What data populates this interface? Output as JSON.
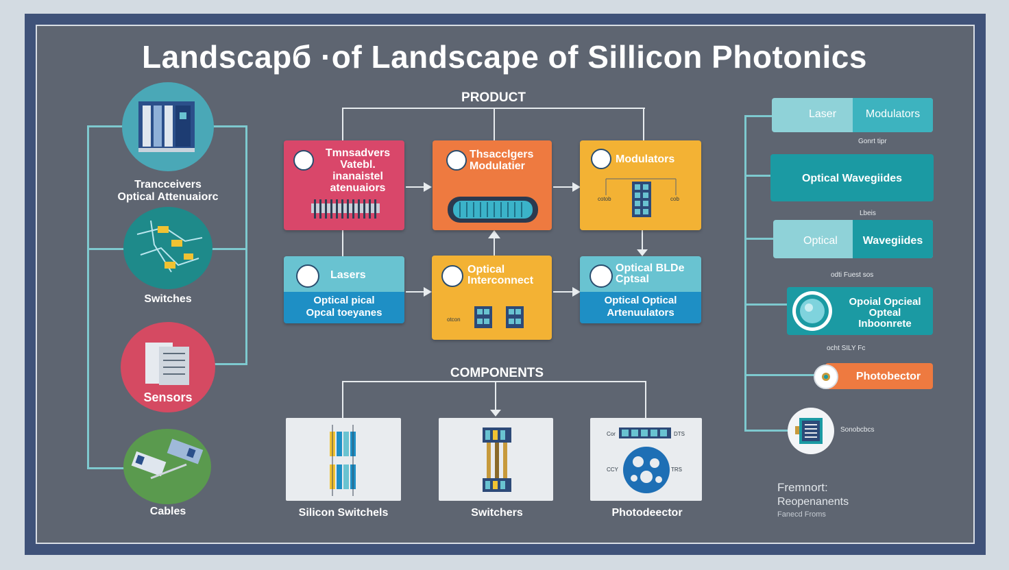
{
  "title": "Landscapб ·of Landscape of Sillicon Photonics",
  "sections": {
    "product": "PRODUCT",
    "components": "COMPONENTS"
  },
  "left_items": [
    {
      "label_line1": "Trancceivers",
      "label_line2": "Optical Attenuaiorc",
      "color": "#4aa8b7"
    },
    {
      "label_line1": "Switches",
      "label_line2": "",
      "color": "#1e8a8a"
    },
    {
      "label_line1": "Sensors",
      "label_line2": "",
      "color": "#d54a62"
    },
    {
      "label_line1": "Cables",
      "label_line2": "",
      "color": "#5a9a4e"
    }
  ],
  "product_cards": [
    {
      "lines": [
        "Tmnsadvers",
        "Vatebl.",
        "inanaistel",
        "atenuaiors"
      ],
      "color": "#d9476a"
    },
    {
      "lines": [
        "Thsacclgers",
        "Modulatier"
      ],
      "color": "#ee7a40"
    },
    {
      "lines": [
        "Modulators"
      ],
      "color": "#f3b234",
      "sub_left": "cotob",
      "sub_right": "cob"
    },
    {
      "lines": [
        "Lasers"
      ],
      "bottom_lines": [
        "Optical pical",
        "Opcal toeyanes"
      ],
      "top_color": "#69c3d1",
      "bottom_color": "#1e8fc5"
    },
    {
      "lines": [
        "Optical",
        "Interconnect"
      ],
      "color": "#f3b234",
      "sub_left": "otcon"
    },
    {
      "lines": [
        "Optical BLDe",
        "Cptsal"
      ],
      "bottom_lines": [
        "Optical Optical",
        "Artenuulators"
      ],
      "top_color": "#69c3d1",
      "bottom_color": "#1e8fc5"
    }
  ],
  "components": [
    {
      "label": "Silicon Switchels"
    },
    {
      "label": "Switchers"
    },
    {
      "label": "Photodeector",
      "ann_tl": "Cor",
      "ann_tr": "DTS",
      "ann_bl": "CCY",
      "ann_br": "TRS"
    }
  ],
  "right_items": [
    {
      "left": "Laser",
      "right": "Modulators",
      "note": "Gonrt tipr"
    },
    {
      "text": "Optical Wavegiides",
      "note": "Lbeis"
    },
    {
      "left": "Optical",
      "right": "Wavegiides",
      "note": "odti  Fuest  sos"
    },
    {
      "lines": [
        "Opoial Opcieal",
        "Opteal",
        "Inboonrete"
      ],
      "note": "ocht SILY  Fc"
    },
    {
      "text": "Photobector"
    },
    {
      "text": "Sonobcbcs"
    }
  ],
  "footer": {
    "line1": "Fremnort:",
    "line2": "Reopenanents",
    "line3": "Fanecd Froms"
  },
  "colors": {
    "line": "#7ec9cf",
    "panel": "#5e6571",
    "frame": "#3f5279"
  }
}
